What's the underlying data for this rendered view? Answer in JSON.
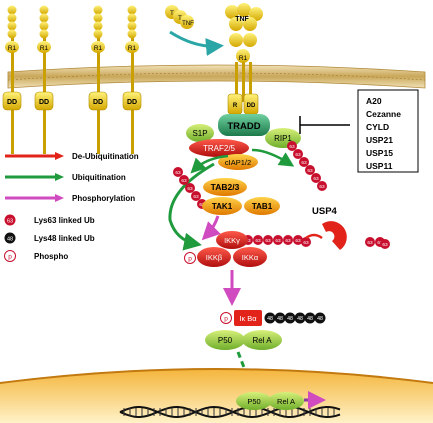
{
  "ligand": {
    "tnf_label": "TNF",
    "free_t1": "T",
    "free_t2": "T",
    "free_tnf": "TNF"
  },
  "receptor": {
    "r_label": "R1",
    "dd_label": "DD",
    "bound_r": "R1",
    "bound_r2": "R"
  },
  "complex": {
    "tradd": "TRADD",
    "rip1": "RIP1",
    "s1p": "S1P",
    "traf": "TRAF2/5",
    "ciap": "cIAP1/2",
    "tab23": "TAB2/3",
    "tak1": "TAK1",
    "tab1": "TAB1",
    "ikkg": "IKKγ",
    "ikkb": "IKKβ",
    "ikka": "IKKα",
    "usp4": "USP4",
    "ikba": "Iκ Bα",
    "p50": "P50",
    "rela": "Rel A",
    "nuc_p50": "P50",
    "nuc_rela": "Rel A",
    "phospho_small": "p"
  },
  "ub_labels": {
    "k63": "63",
    "k48": "48"
  },
  "inhibitors": [
    "A20",
    "Cezanne",
    "CYLD",
    "USP21",
    "USP15",
    "USP11"
  ],
  "legend": [
    {
      "label": "De-Ubiquitination",
      "color": "#e2231a"
    },
    {
      "label": "Ubiquitination",
      "color": "#1f9a3c"
    },
    {
      "label": "Phosphorylation",
      "color": "#d04ac0"
    },
    {
      "label": "Lys63 linked Ub",
      "symbol": "63"
    },
    {
      "label": "Lys48 linked Ub",
      "symbol": "48"
    },
    {
      "label": "Phospho",
      "symbol": "p"
    }
  ],
  "colors": {
    "membrane": "#c9a04a",
    "tnf": "#e0c000",
    "tradd": "#2e8b57",
    "red_protein": "#d21a1a",
    "k63": "#c8102e",
    "k48": "#111111",
    "green_protein": "#8cc63f",
    "nucleus": "#e8a31c"
  }
}
